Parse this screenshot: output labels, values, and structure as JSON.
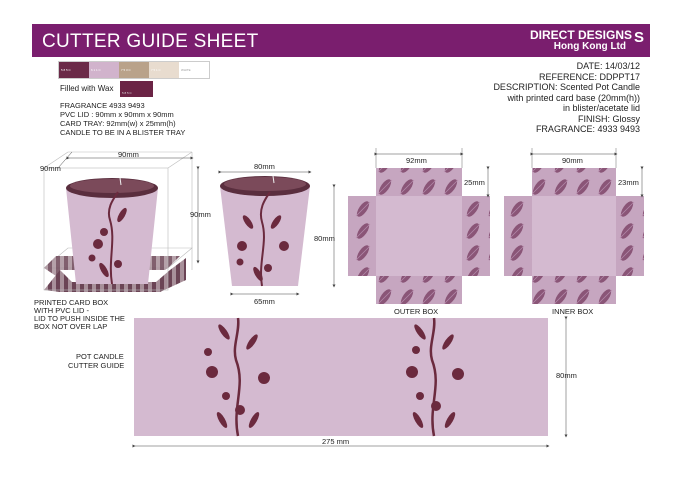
{
  "header": {
    "title": "CUTTER GUIDE SHEET",
    "brand_line1": "DIRECT DESIGNS",
    "brand_line2": "Hong Kong Ltd",
    "brand_mark": "S"
  },
  "swatches": [
    {
      "color": "#6b2a48",
      "code": "5 8 5 C"
    },
    {
      "color": "#d1b3cc",
      "code": "6 1 1 C"
    },
    {
      "color": "#b9a28a",
      "code": "7 5 3 C"
    },
    {
      "color": "#e8dccf",
      "code": "7 5 1 C"
    },
    {
      "color": "#ffffff",
      "code": "WHITE"
    }
  ],
  "wax": {
    "label": "Filled with Wax",
    "code": "5 8 5 C",
    "color": "#6b2445"
  },
  "specs": {
    "fragrance": "FRAGRANCE 4933 9493",
    "pvc_lid": "PVC LID : 90mm x 90mm x 90mm",
    "card_tray": "CARD TRAY: 92mm(w) x 25mm(h)",
    "note": "CANDLE TO BE IN A BLISTER TRAY"
  },
  "info": {
    "date": "DATE: 14/03/12",
    "reference": "REFERENCE: DDPPT17",
    "description1": "DESCRIPTION: Scented Pot Candle",
    "description2": "with printed card base (20mm(h))",
    "description3": "in blister/acetate lid",
    "finish": "FINISH: Glossy",
    "fragrance": "FRAGRANCE: 4933 9493"
  },
  "dims": {
    "box_width": "90mm",
    "box_depth": "90mm",
    "box_height": "90mm",
    "pot_top": "80mm",
    "pot_height": "80mm",
    "pot_base": "65mm",
    "outer_width": "92mm",
    "outer_flap": "25mm",
    "inner_width": "90mm",
    "inner_flap": "23mm",
    "cutter_height": "80mm",
    "cutter_length": "275 mm"
  },
  "labels": {
    "printed_box_1": "PRINTED CARD BOX",
    "printed_box_2": "WITH PVC LID -",
    "printed_box_3": "LID TO  PUSH INSIDE THE",
    "printed_box_4": "BOX NOT OVER LAP",
    "outer_box": "OUTER BOX",
    "inner_box": "INNER BOX",
    "pot_candle_1": "POT CANDLE",
    "pot_candle_2": "CUTTER GUIDE"
  }
}
